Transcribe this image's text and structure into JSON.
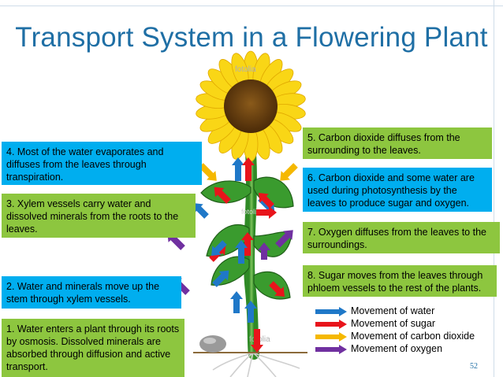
{
  "title": "Transport System in a Flowering Plant",
  "watermark": "fotolia",
  "boxes": {
    "b4": "4. Most of the water evaporates and diffuses from the leaves through transpiration.",
    "b3": "3. Xylem vessels carry water and dissolved minerals from the roots to the leaves.",
    "b2": "2. Water and minerals move up the stem through xylem vessels.",
    "b1": "1. Water enters a plant through its roots by osmosis.  Dissolved minerals are absorbed through diffusion and active transport.",
    "b5": "5. Carbon dioxide diffuses from the surrounding to the leaves.",
    "b6": "6. Carbon dioxide and some water are used during photosynthesis by the leaves to produce sugar and oxygen.",
    "b7": "7. Oxygen diffuses from the leaves to the surroundings.",
    "b8": "8. Sugar moves from the leaves through phloem vessels to the rest of the plants."
  },
  "legend": [
    {
      "label": "Movement of water",
      "color": "#1f78c8"
    },
    {
      "label": "Movement of sugar",
      "color": "#e8141b"
    },
    {
      "label": "Movement of carbon dioxide",
      "color": "#f5b800"
    },
    {
      "label": "Movement of oxygen",
      "color": "#7030a0"
    }
  ],
  "page_number": "52",
  "colors": {
    "title": "#1f6fa5",
    "blue_box": "#00aeef",
    "green_box": "#8dc63f",
    "petal": "#f9d616",
    "center": "#7a4a12",
    "leaf": "#3a9b2e",
    "stem": "#4caa3a"
  }
}
